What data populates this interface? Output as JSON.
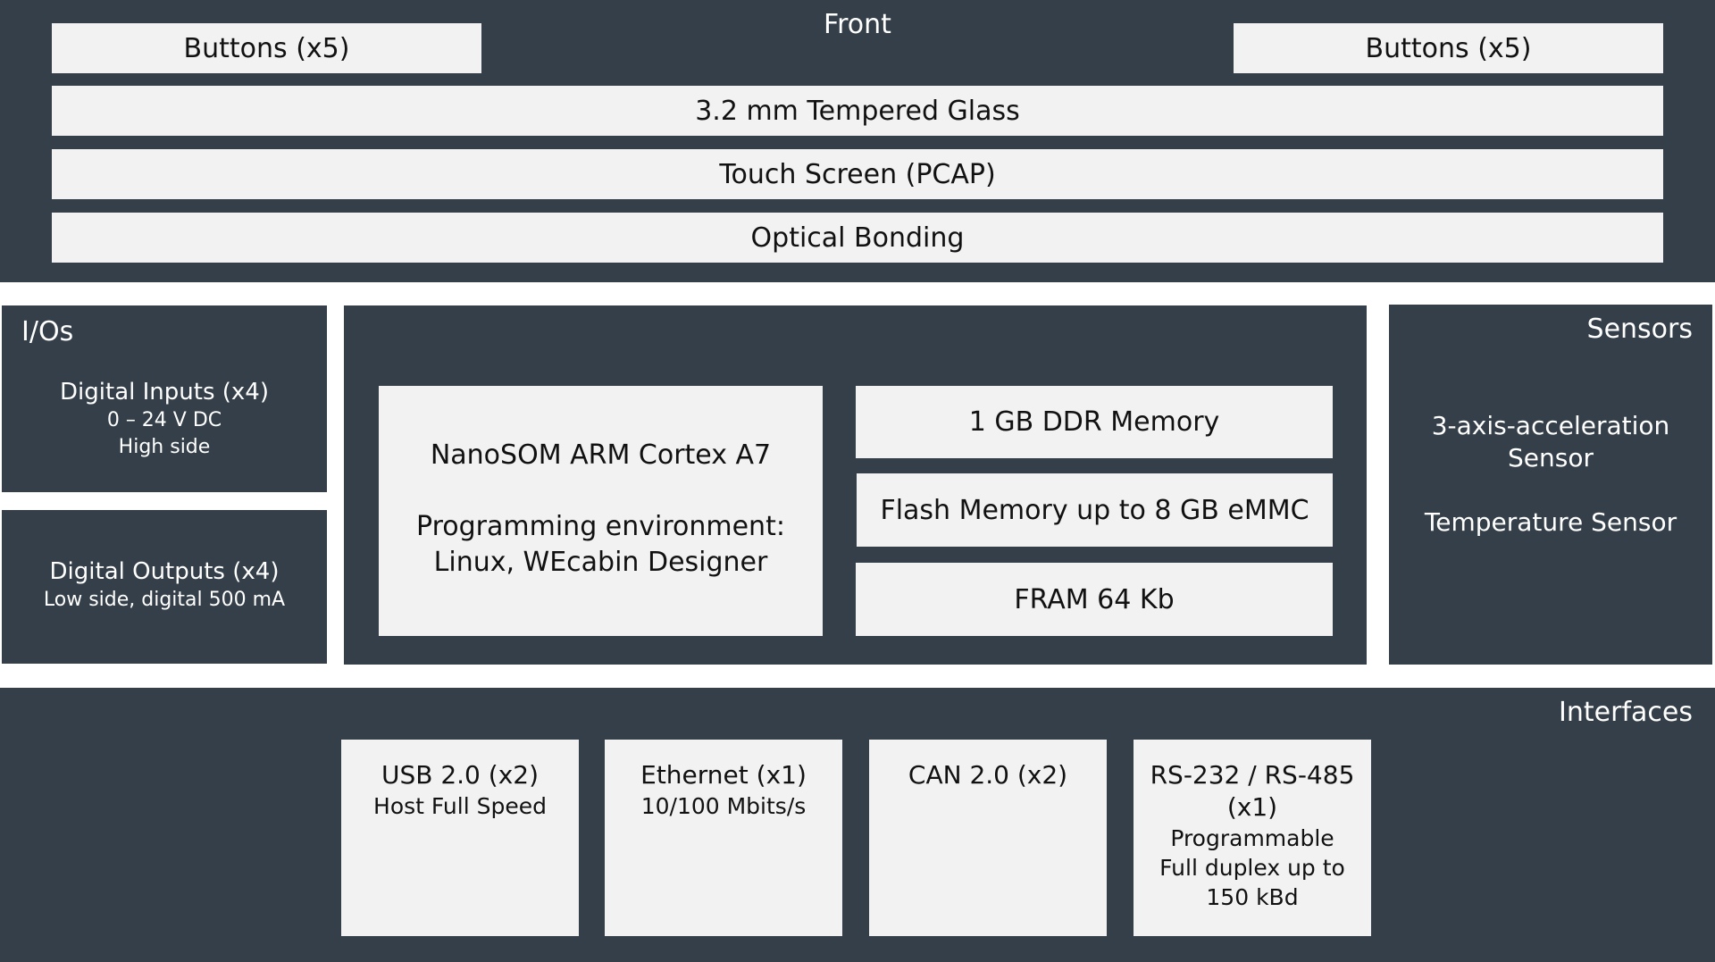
{
  "front": {
    "title": "Front",
    "buttons_left": "Buttons (x5)",
    "buttons_right": "Buttons (x5)",
    "layers": [
      "3.2 mm Tempered Glass",
      "Touch Screen (PCAP)",
      "Optical Bonding"
    ]
  },
  "ios": {
    "title": "I/Os",
    "inputs": {
      "title": "Digital Inputs (x4)",
      "line1": "0 – 24 V DC",
      "line2": "High side"
    },
    "outputs": {
      "title": "Digital Outputs (x4)",
      "line1": "Low side, digital 500 mA"
    }
  },
  "core": {
    "soc_line1": "NanoSOM ARM Cortex A7",
    "soc_line2": "Programming environment:",
    "soc_line3": "Linux, WEcabin Designer",
    "memory": [
      "1 GB DDR Memory",
      "Flash Memory up to 8 GB eMMC",
      "FRAM 64 Kb"
    ]
  },
  "sensors": {
    "title": "Sensors",
    "accel_line1": "3-axis-acceleration",
    "accel_line2": "Sensor",
    "temperature": "Temperature Sensor"
  },
  "interfaces": {
    "title": "Interfaces",
    "items": [
      {
        "title": "USB 2.0 (x2)",
        "lines": [
          "Host Full Speed"
        ]
      },
      {
        "title": "Ethernet (x1)",
        "lines": [
          "10/100 Mbits/s"
        ]
      },
      {
        "title": "CAN 2.0 (x2)",
        "lines": []
      },
      {
        "title": "RS-232 / RS-485",
        "title2": "(x1)",
        "lines": [
          "Programmable",
          "Full duplex up to",
          "150 kBd"
        ]
      }
    ]
  },
  "colors": {
    "panel": "#343f49",
    "box": "#f2f2f2",
    "panel_text": "#ffffff",
    "box_text": "#111111"
  }
}
